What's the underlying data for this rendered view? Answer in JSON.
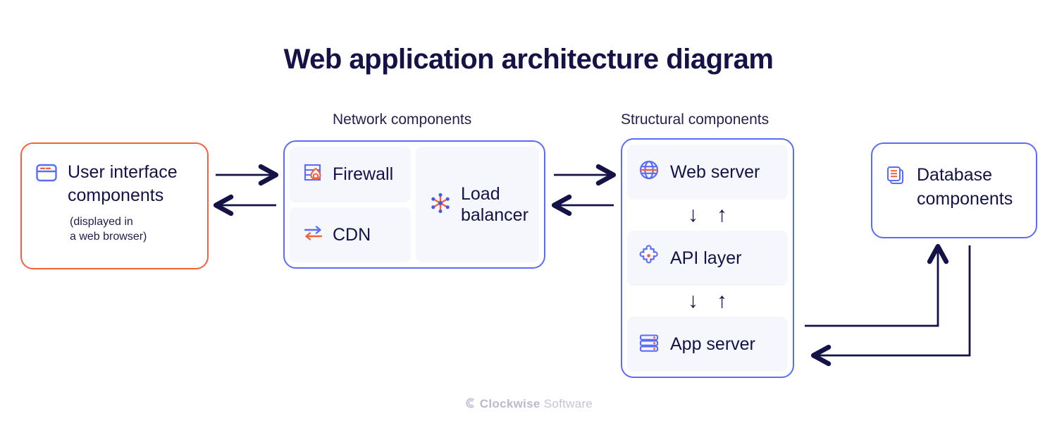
{
  "title": "Web application architecture diagram",
  "colors": {
    "accent_orange": "#f4613b",
    "accent_blue": "#5b6cf9",
    "ink": "#141246",
    "panel_bg": "#f5f7fc",
    "footer_gray": "#c3c4d6"
  },
  "labels": {
    "network": "Network components",
    "structural": "Structural components"
  },
  "ui_box": {
    "icon": "browser-window-icon",
    "title": "User interface components",
    "subtitle_line1": "(displayed in",
    "subtitle_line2": "a web browser)"
  },
  "network_box": {
    "items": [
      {
        "icon": "firewall-icon",
        "label": "Firewall"
      },
      {
        "icon": "cdn-icon",
        "label": "CDN"
      },
      {
        "icon": "load-balancer-icon",
        "label": "Load balancer"
      }
    ]
  },
  "structural_box": {
    "items": [
      {
        "icon": "globe-icon",
        "label": "Web server"
      },
      {
        "icon": "puzzle-piece-icon",
        "label": "API layer"
      },
      {
        "icon": "server-stack-icon",
        "label": "App server"
      }
    ],
    "flow_arrows": {
      "down": "↓",
      "up": "↑"
    }
  },
  "database_box": {
    "icon": "documents-icon",
    "title_line1": "Database",
    "title_line2": "components"
  },
  "footer": {
    "mark": "clockwise-swirl-icon",
    "brand": "Clockwise",
    "suffix": "Software"
  }
}
